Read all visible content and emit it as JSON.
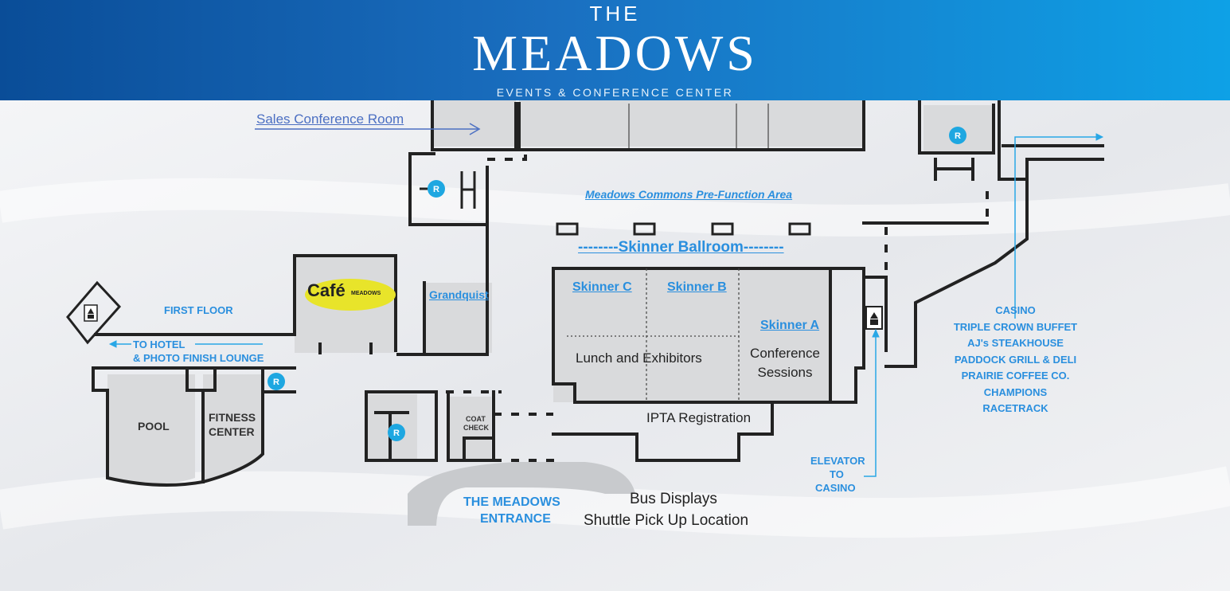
{
  "header": {
    "the": "THE",
    "name": "MEADOWS",
    "subtitle": "EVENTS & CONFERENCE CENTER"
  },
  "map": {
    "sales_conference_room": "Sales Conference Room",
    "pre_function": "Meadows Commons Pre-Function Area",
    "ballroom_title": "--------Skinner Ballroom--------",
    "skinner_c": "Skinner C",
    "skinner_b": "Skinner B",
    "skinner_a": "Skinner A",
    "lunch": "Lunch and Exhibitors",
    "conference_sessions": "Conference Sessions",
    "ipta_registration": "IPTA Registration",
    "grandquist": "Grandquist",
    "cafe": "Café",
    "cafe_small": "MEADOWS",
    "first_floor": "FIRST FLOOR",
    "to_hotel_1": "TO HOTEL",
    "to_hotel_2": "& PHOTO FINISH LOUNGE",
    "pool": "POOL",
    "fitness_1": "FITNESS",
    "fitness_2": "CENTER",
    "coat_1": "COAT",
    "coat_2": "CHECK",
    "entrance_1": "THE MEADOWS",
    "entrance_2": "ENTRANCE",
    "bus_displays": "Bus Displays",
    "shuttle": "Shuttle Pick Up Location",
    "elevator_1": "ELEVATOR",
    "elevator_2": "TO",
    "elevator_3": "CASINO",
    "restroom_letter": "R",
    "casino_list": [
      "CASINO",
      "TRIPLE CROWN BUFFET",
      "AJ's STEAKHOUSE",
      "PADDOCK GRILL & DELI",
      "PRAIRIE COFFEE CO.",
      "CHAMPIONS",
      "RACETRACK"
    ]
  },
  "icons": [
    "restroom-icon",
    "elevator-icon",
    "arrow-icon"
  ],
  "colors": {
    "header_left": "#0a4d98",
    "header_right": "#0ea1e6",
    "accent_blue": "#2a8fde",
    "wall": "#222222",
    "room_fill": "#d9dadc",
    "cafe_oval": "#e8e42a"
  }
}
